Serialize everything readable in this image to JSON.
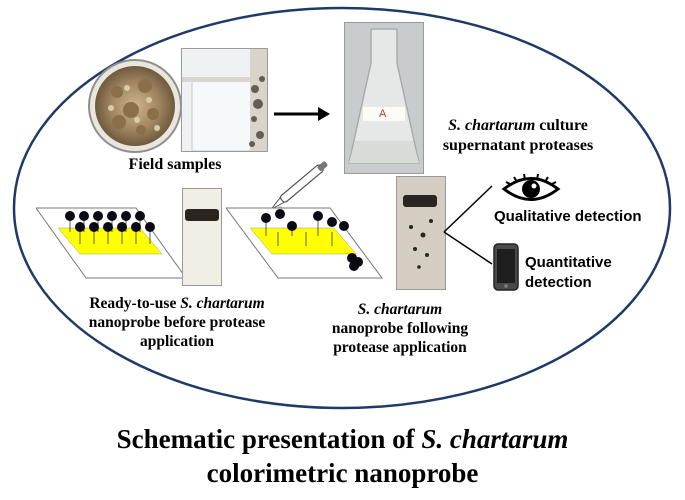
{
  "labels": {
    "field_samples": "Field samples",
    "culture_line1_italic": "S. chartarum",
    "culture_line1_rest": " culture",
    "culture_line2": "supernatant proteases",
    "before_line1_prefix": "Ready-to-use ",
    "before_line1_italic": "S. chartarum",
    "before_line2": "nanoprobe before protease",
    "before_line3": "application",
    "after_line1_italic": "S. chartarum",
    "after_line2": "nanoprobe following",
    "after_line3": "protease application",
    "qualitative": "Qualitative detection",
    "quantitative_line1": "Quantitative",
    "quantitative_line2": "detection",
    "flask_mark": "A"
  },
  "caption": {
    "line1_prefix": "Schematic presentation of ",
    "line1_italic": "S. chartarum",
    "line2": "colorimetric nanoprobe"
  },
  "icons": [
    "eye-icon",
    "smartphone-icon",
    "pipette-icon",
    "arrow-right-icon"
  ],
  "colors": {
    "ellipse_border": "#1f3a68",
    "gold_surface": "#ffff00",
    "nanoparticle": "#0b0b14"
  }
}
